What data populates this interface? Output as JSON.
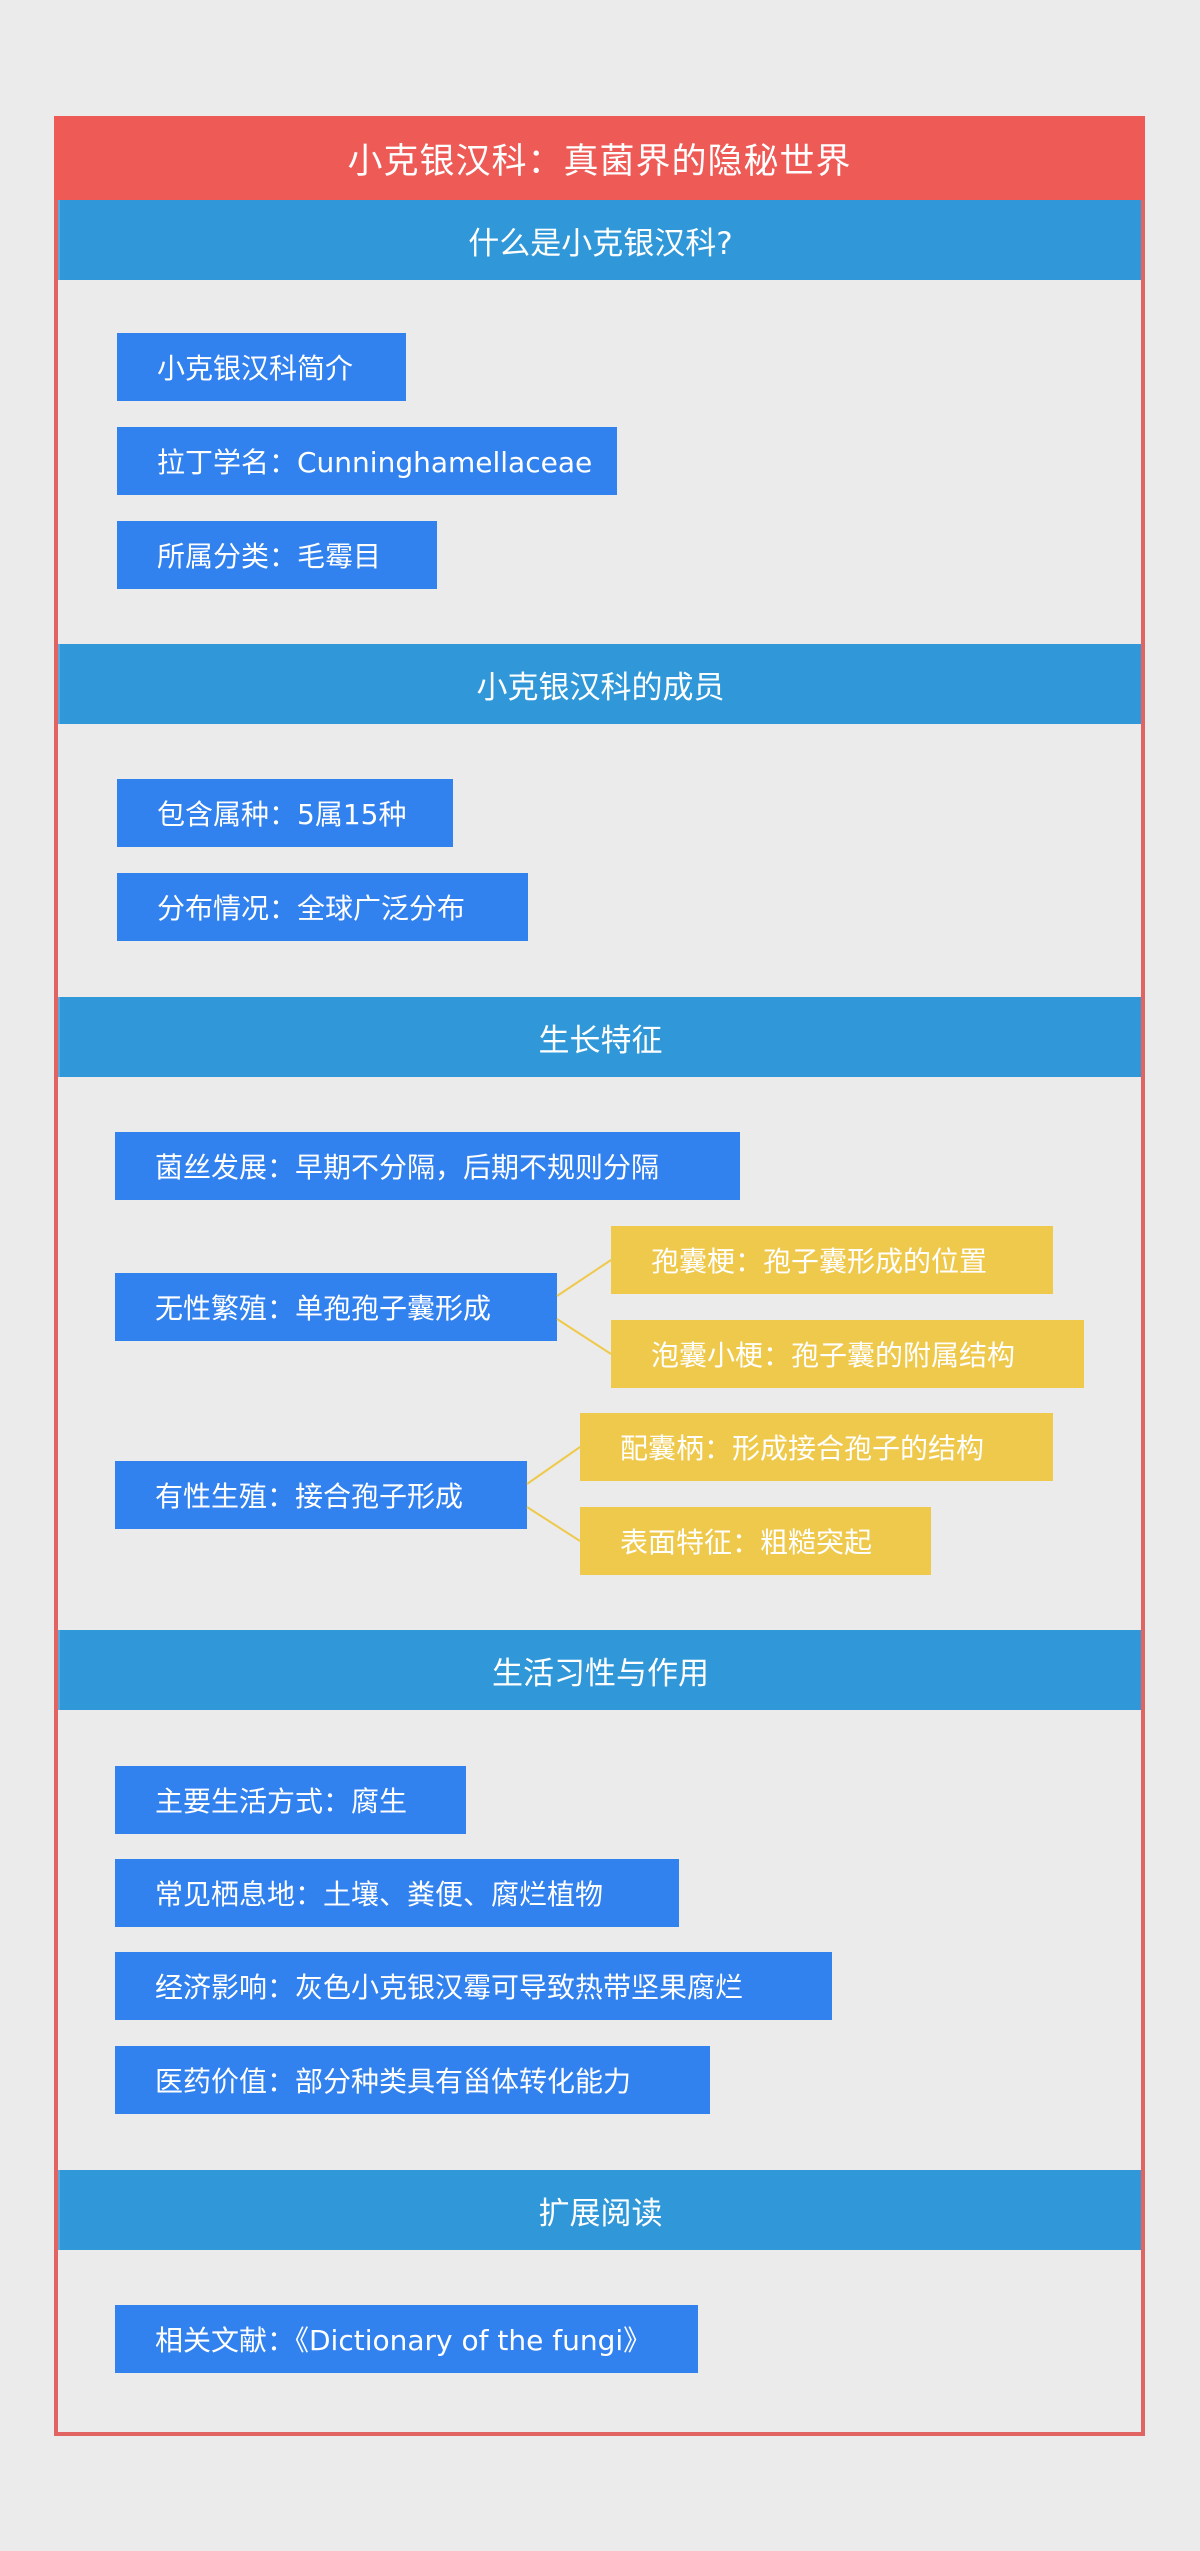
{
  "title": "小克银汉科：真菌界的隐秘世界",
  "colors": {
    "background": "#ebebeb",
    "title_bar": "#ee5b57",
    "frame_border": "#e26462",
    "section_header": "#3098d8",
    "node_blue": "#3181ef",
    "node_yellow": "#efc94c",
    "connector": "#efc94c",
    "text": "#ffffff"
  },
  "sections": [
    {
      "header": "什么是小克银汉科?",
      "items": [
        {
          "label": "小克银汉科简介"
        },
        {
          "label": "拉丁学名：Cunninghamellaceae"
        },
        {
          "label": "所属分类：毛霉目"
        }
      ]
    },
    {
      "header": "小克银汉科的成员",
      "items": [
        {
          "label": "包含属种：5属15种"
        },
        {
          "label": "分布情况：全球广泛分布"
        }
      ]
    },
    {
      "header": "生长特征",
      "items": [
        {
          "label": "菌丝发展：早期不分隔，后期不规则分隔",
          "children": []
        },
        {
          "label": "无性繁殖：单孢孢子囊形成",
          "children": [
            {
              "label": "孢囊梗：孢子囊形成的位置"
            },
            {
              "label": "泡囊小梗：孢子囊的附属结构"
            }
          ]
        },
        {
          "label": "有性生殖：接合孢子形成",
          "children": [
            {
              "label": "配囊柄：形成接合孢子的结构"
            },
            {
              "label": "表面特征：粗糙突起"
            }
          ]
        }
      ]
    },
    {
      "header": "生活习性与作用",
      "items": [
        {
          "label": "主要生活方式：腐生"
        },
        {
          "label": "常见栖息地：土壤、粪便、腐烂植物"
        },
        {
          "label": "经济影响：灰色小克银汉霉可导致热带坚果腐烂"
        },
        {
          "label": "医药价值：部分种类具有甾体转化能力"
        }
      ]
    },
    {
      "header": "扩展阅读",
      "items": [
        {
          "label": "相关文献：《Dictionary of the fungi》"
        }
      ]
    }
  ]
}
